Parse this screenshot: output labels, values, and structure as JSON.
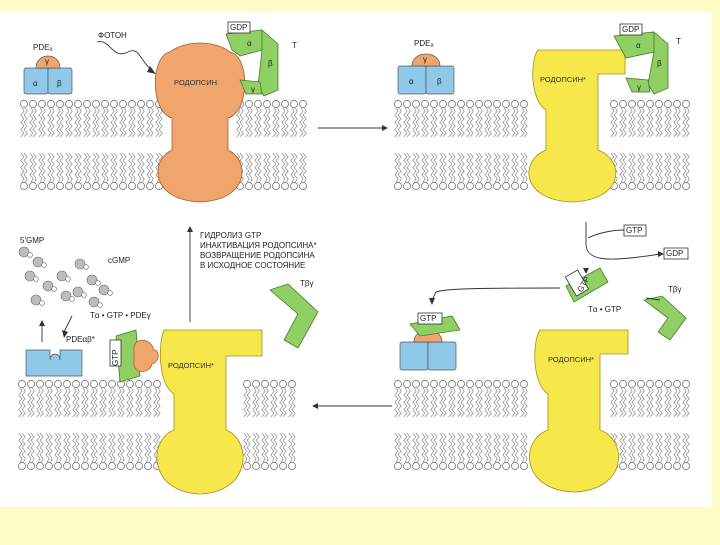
{
  "colors": {
    "background": "#fdfcc4",
    "panel": "#ffffff",
    "rhodopsin_inactive": "#f0a56c",
    "rhodopsin_active": "#f6e84a",
    "transducin": "#8fcf63",
    "pde_catalytic": "#8fc8e8",
    "pde_gamma": "#f0a56c",
    "cgmp_molecule": "#bdbdbd"
  },
  "panel1": {
    "photon": "ФОТОН",
    "pde": "PDEₐ",
    "alpha": "α",
    "beta": "β",
    "gamma": "γ",
    "rhodopsin": "РОДОПСИН",
    "gdp": "GDP",
    "t_alpha": "α",
    "t_beta": "β",
    "t_gamma": "γ",
    "t": "T"
  },
  "panel2": {
    "pde": "PDEₐ",
    "alpha": "α",
    "beta": "β",
    "gamma": "γ",
    "rhodopsin": "РОДОПСИН*",
    "gdp": "GDP",
    "t_alpha": "α",
    "t_beta": "β",
    "t_gamma": "γ",
    "t": "T"
  },
  "exchange": {
    "gtp_in": "GTP",
    "gdp_out": "GDP",
    "released_gtp": "GTP",
    "talpha_gtp": "Tα • GTP",
    "tbetagamma": "Tβγ"
  },
  "panel3": {
    "gtp": "GTP",
    "rhodopsin": "РОДОПСИН*"
  },
  "panel4": {
    "gmp": "5'GMP",
    "cgmp": "cGMP",
    "complex": "Tα • GTP • PDEγ",
    "pde_ab": "PDEαβ*",
    "gtp": "GTP",
    "rhodopsin": "РОДОПСИН*",
    "tbetagamma": "Tβγ"
  },
  "reset": {
    "line1": "ГИДРОЛИЗ GTP",
    "line2": "ИНАКТИВАЦИЯ РОДОПСИНА*",
    "line3": "ВОЗВРАЩЕНИЕ РОДОПСИНА",
    "line4": "В ИСХОДНОЕ СОСТОЯНИЕ"
  }
}
